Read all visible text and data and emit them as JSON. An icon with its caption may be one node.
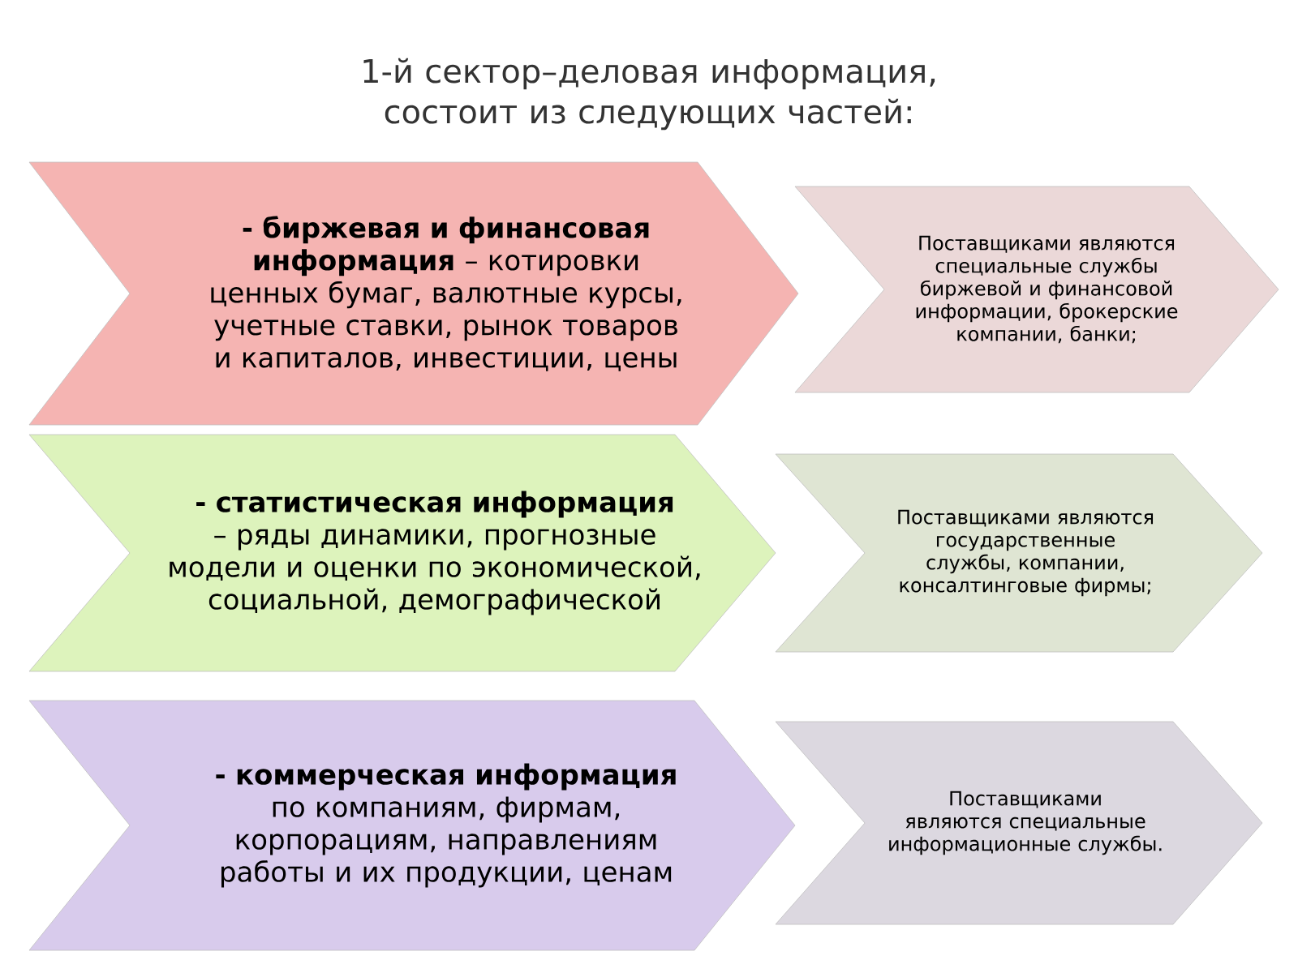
{
  "diagram": {
    "title": "1-й сектор–деловая информация, состоит из следующих частей:",
    "nodes": [
      {
        "text": [
          "**- биржевая и финансовая информация** – котировки ценных бумаг, валютные курсы, учетные ставки, рынок товаров и капиталов, инвестиции, цены"
        ]
      },
      {
        "text": [
          "Поставщиками являются специальные службы биржевой и финансовой информации, брокерские компании, банки;"
        ]
      },
      {
        "text": [
          "**- статистическая информация** – ряды динамики, прогнозные модели и оценки по экономической, социальной, демографической"
        ]
      },
      {
        "text": [
          "Поставщиками являются государственные службы, компании, консалтинговые фирмы;"
        ]
      },
      {
        "text": [
          "**- коммерческая информация** по компаниям, фирмам, корпорациям, направлениям работы и их продукции, ценам"
        ]
      },
      {
        "text": [
          "Поставщиками являются специальные информационные службы."
        ]
      }
    ]
  }
}
